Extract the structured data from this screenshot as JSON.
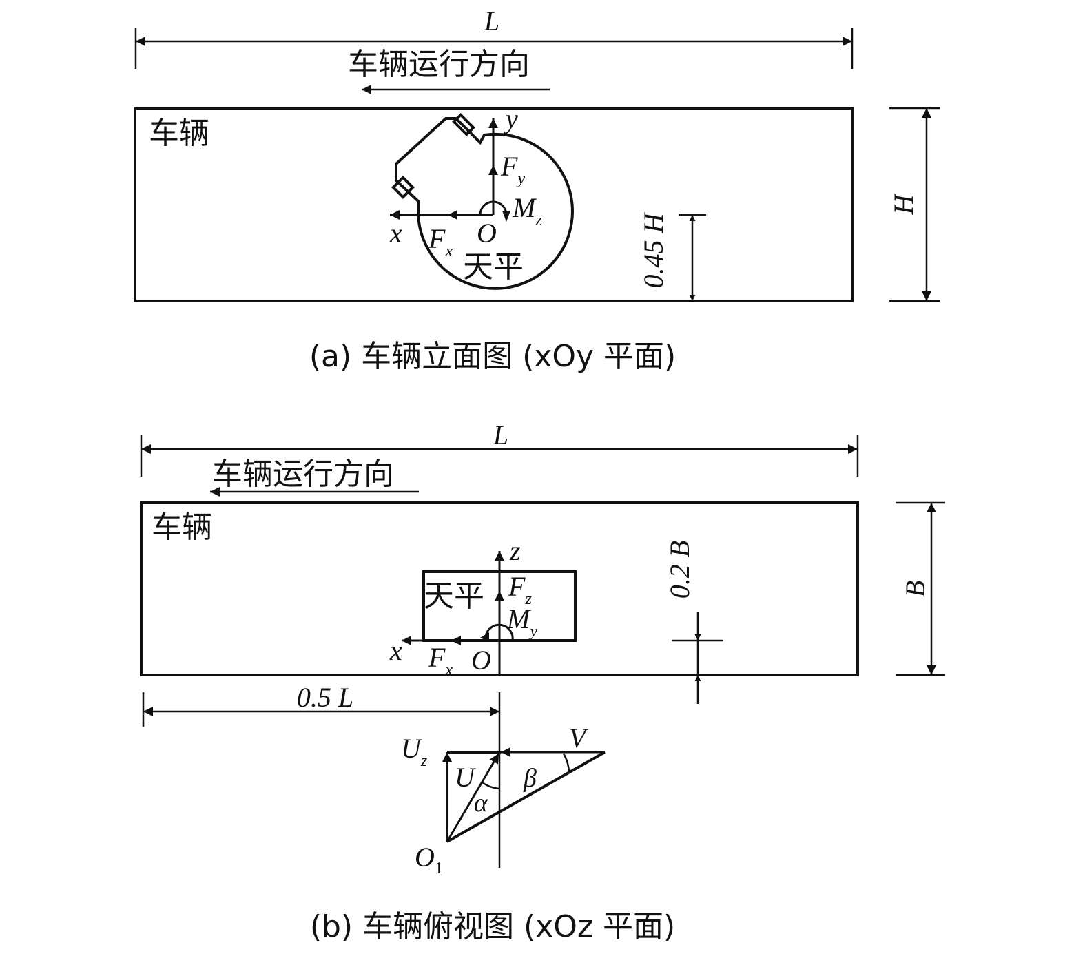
{
  "elevation": {
    "length_label": "L",
    "direction_label": "车辆运行方向",
    "vehicle_label": "车辆",
    "balance_label": "天平",
    "height_label": "H",
    "balance_height_label": "0.45 H",
    "axis_y": "y",
    "axis_x": "x",
    "origin": "O",
    "force_y": {
      "base": "F",
      "sub": "y"
    },
    "force_x": {
      "base": "F",
      "sub": "x"
    },
    "moment_z": {
      "base": "M",
      "sub": "z"
    },
    "caption": "(a) 车辆立面图 (xOy 平面)"
  },
  "plan": {
    "length_label": "L",
    "direction_label": "车辆运行方向",
    "vehicle_label": "车辆",
    "balance_label": "天平",
    "width_label": "B",
    "offset_label": "0.2 B",
    "half_length_label": "0.5 L",
    "axis_z": "z",
    "axis_x": "x",
    "origin": "O",
    "force_z": {
      "base": "F",
      "sub": "z"
    },
    "force_x": {
      "base": "F",
      "sub": "x"
    },
    "moment_y": {
      "base": "M",
      "sub": "y"
    },
    "caption": "(b) 车辆俯视图 (xOz 平面)"
  },
  "velocity_triangle": {
    "uz": {
      "base": "U",
      "sub": "z"
    },
    "u": "U",
    "v": "V",
    "alpha": "α",
    "beta": "β",
    "origin": {
      "base": "O",
      "sub": "1"
    }
  }
}
